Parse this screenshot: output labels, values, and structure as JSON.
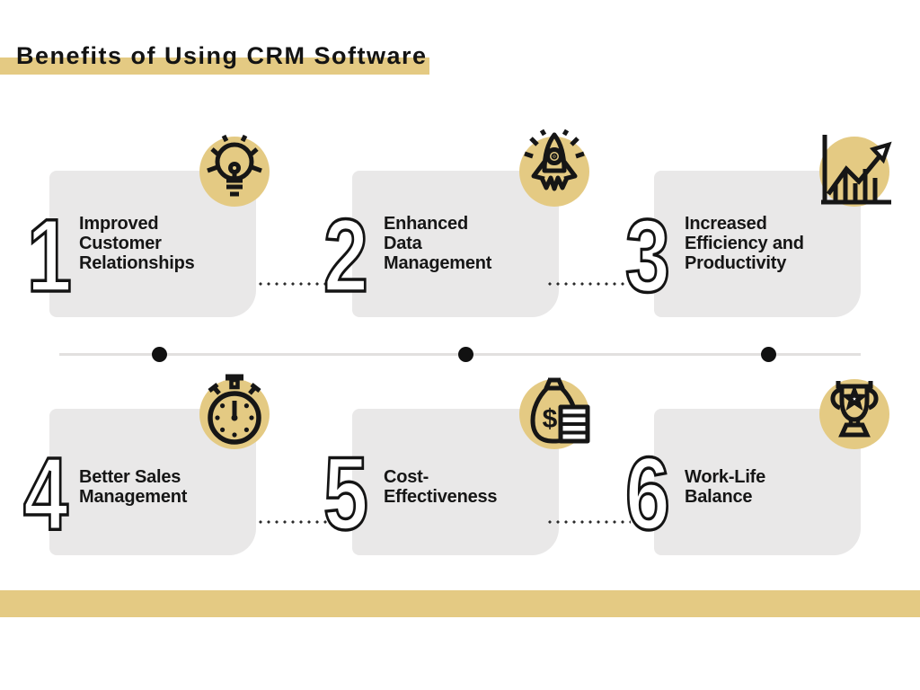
{
  "title": {
    "text": "Benefits of Using CRM Software"
  },
  "items": [
    {
      "number": "1",
      "label": "Improved\nCustomer\nRelationships",
      "icon": "lightbulb"
    },
    {
      "number": "2",
      "label": "Enhanced\nData\nManagement",
      "icon": "rocket"
    },
    {
      "number": "3",
      "label": "Increased\nEfficiency and\nProductivity",
      "icon": "growth-chart"
    },
    {
      "number": "4",
      "label": "Better Sales\nManagement",
      "icon": "stopwatch"
    },
    {
      "number": "5",
      "label": "Cost-\nEffectiveness",
      "icon": "money-bag"
    },
    {
      "number": "6",
      "label": "Work-Life\nBalance",
      "icon": "trophy"
    }
  ],
  "colors": {
    "accent_gold": "#e4ca83",
    "card_gray": "#e9e8e8",
    "text_black": "#141414",
    "timeline_gray": "#e2e0df",
    "icon_stroke": "#161616"
  }
}
